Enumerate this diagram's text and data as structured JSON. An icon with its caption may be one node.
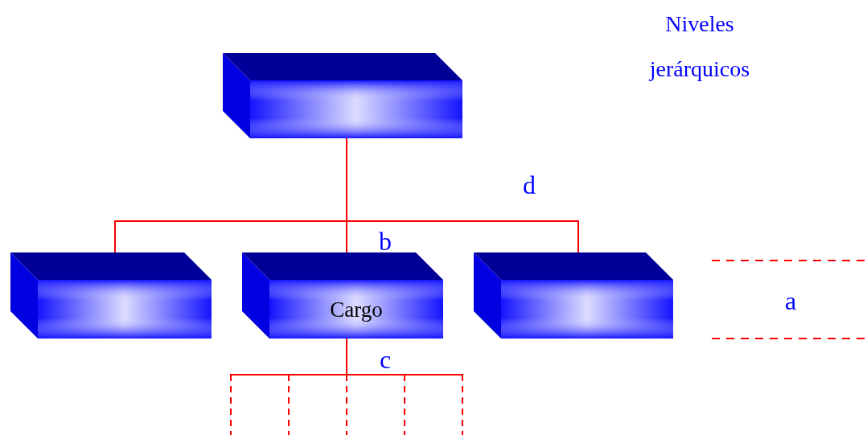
{
  "diagram": {
    "title": "Niveles jerárquicos",
    "nodes": [
      {
        "text": [],
        "shape": "box"
      },
      {
        "text": [],
        "shape": "box"
      },
      {
        "text": [
          "Cargo"
        ]
      },
      {
        "text": [],
        "shape": "box"
      }
    ],
    "edges": [
      {
        "from": 0,
        "to": 1,
        "arrow": "none"
      },
      {
        "from": 0,
        "to": 2,
        "arrow": "none"
      },
      {
        "from": 0,
        "to": 3,
        "arrow": "none"
      },
      {
        "from": 2,
        "to": null,
        "arrow": "none",
        "style": "dashed"
      },
      {
        "from": 2,
        "to": null,
        "arrow": "none",
        "style": "dashed"
      },
      {
        "from": 2,
        "to": null,
        "arrow": "none",
        "style": "dashed"
      },
      {
        "from": 2,
        "to": null,
        "arrow": "none",
        "style": "dashed"
      },
      {
        "from": 2,
        "to": null,
        "arrow": "none",
        "style": "dashed"
      }
    ],
    "labels": [
      "d",
      "b",
      "a",
      "c"
    ]
  }
}
